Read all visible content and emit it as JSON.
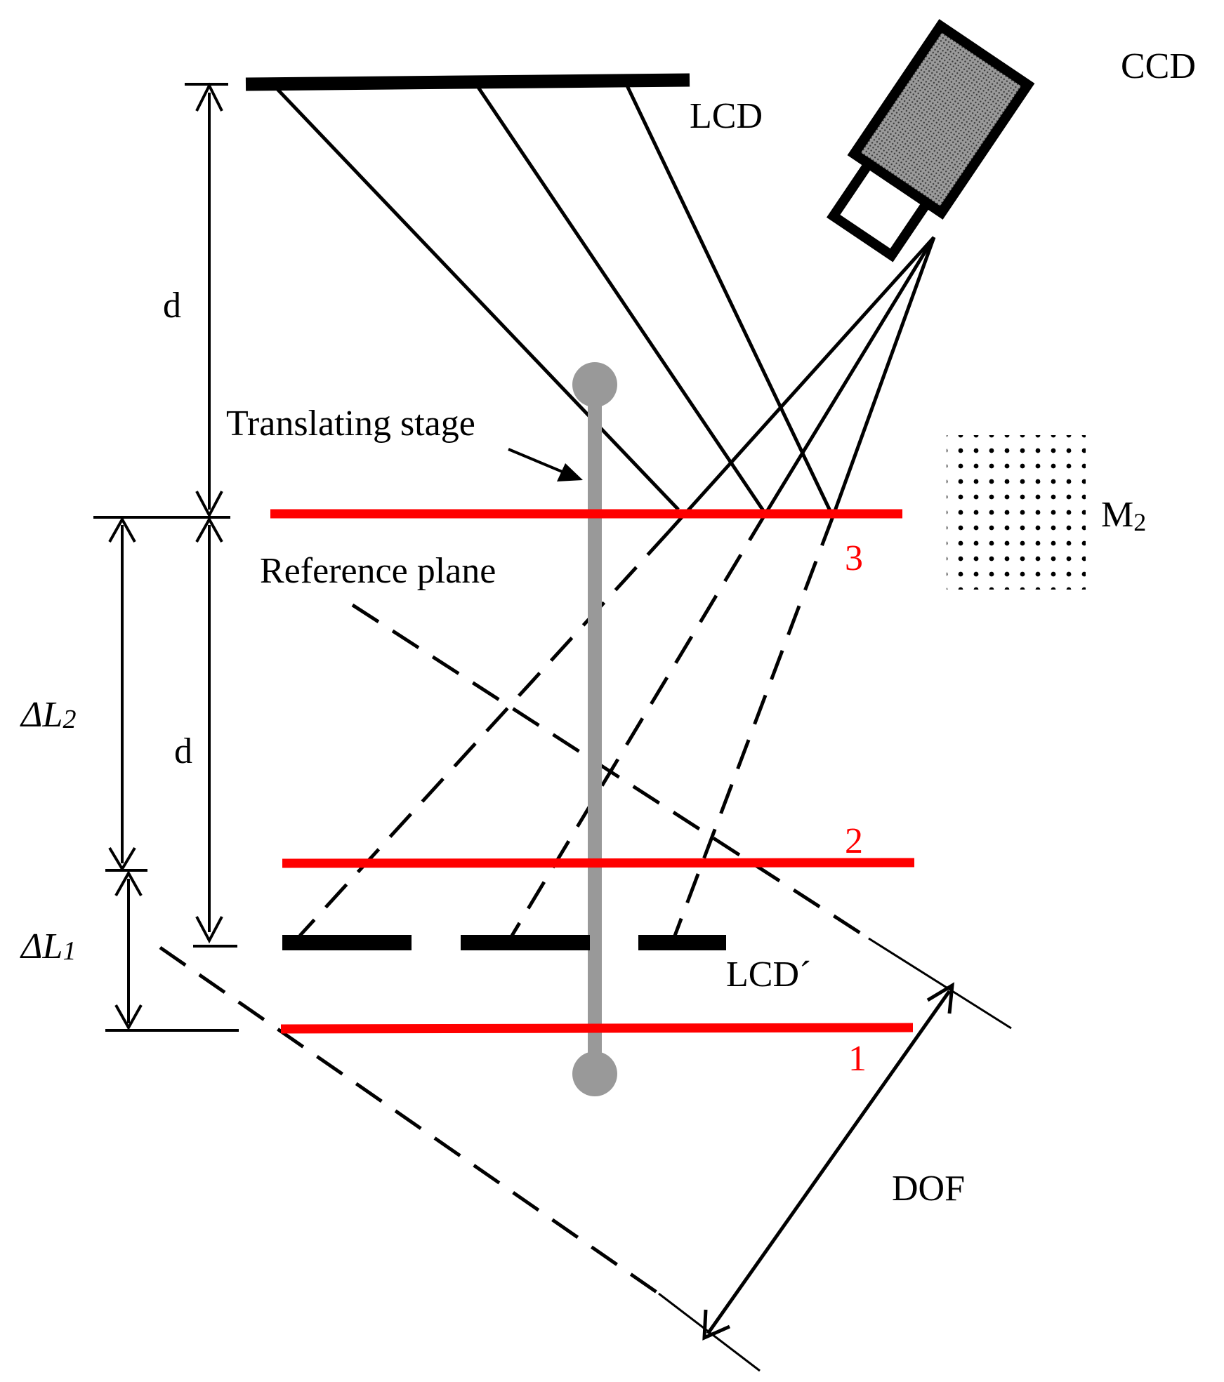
{
  "labels": {
    "lcd": "LCD",
    "ccd": "CCD",
    "lcd_image": "LCD´",
    "translating_stage": "Translating stage",
    "reference_plane": "Reference plane",
    "d_top": "d",
    "d_bottom": "d",
    "delta_l2": "ΔL",
    "delta_l2_sub": "2",
    "delta_l1": "ΔL",
    "delta_l1_sub": "1",
    "m2": "M",
    "m2_sub": "2",
    "plane_3": "3",
    "plane_2": "2",
    "plane_1": "1",
    "dof": "DOF"
  },
  "colors": {
    "planes": "#ff0000",
    "stage": "#999999",
    "ink": "#000000",
    "ccd_fill": "#8a8a8a"
  }
}
